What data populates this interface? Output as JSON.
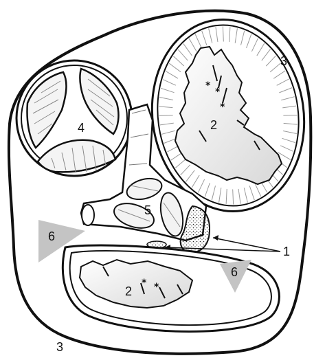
{
  "labels": {
    "one": "1",
    "two_upper": "2",
    "two_lower": "2",
    "three_right": "3",
    "three_bottom": "3",
    "four": "4",
    "five": "5",
    "six_left": "6",
    "six_right": "6"
  },
  "asterisk": "*",
  "colors": {
    "outline": "#111111",
    "hatch": "#9a9a9a",
    "wedge": "#c4c4c4",
    "lumen": "#ececec"
  }
}
